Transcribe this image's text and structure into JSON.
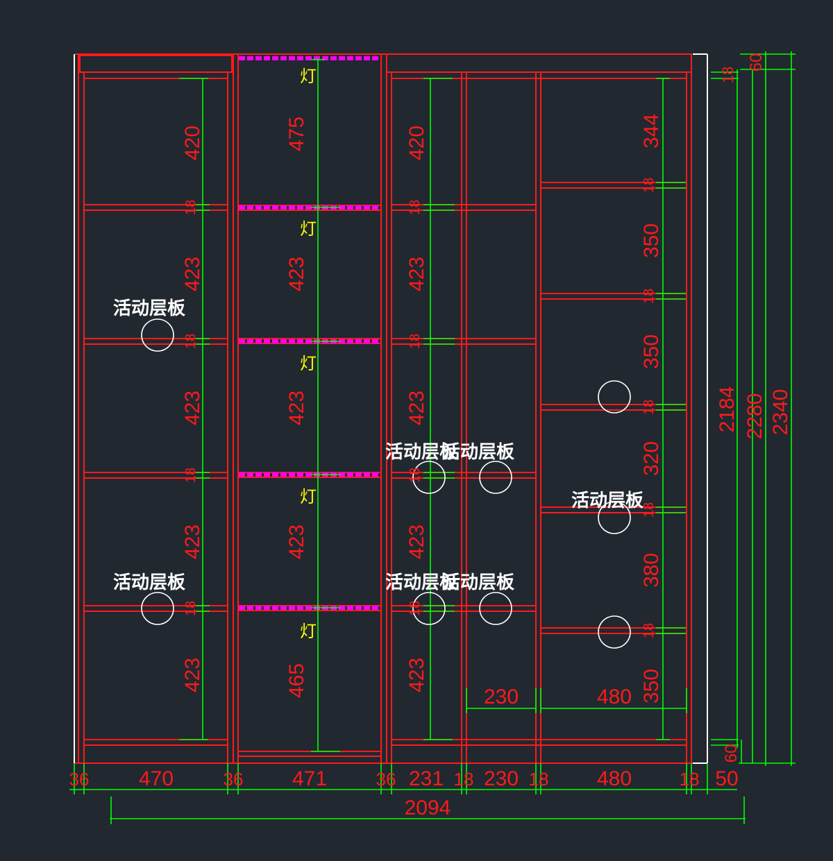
{
  "colors": {
    "background": "#212830",
    "cabinet_line": "#ff1a1a",
    "dimension_line": "#00ff00",
    "dimension_text": "#ff1a1a",
    "light_strip": "#ff00ff",
    "note_text": "#ffffff",
    "lamp_text": "#ffff00",
    "outline": "#ffffff"
  },
  "labels": {
    "movable_shelf": "活动层板",
    "lamp": "灯"
  },
  "bottom_dims": {
    "b1": "36",
    "b2": "470",
    "b3": "36",
    "b4": "471",
    "b5": "36",
    "b6": "231",
    "b7": "18",
    "b8": "230",
    "b9": "18",
    "b10": "480",
    "b11": "18",
    "b12": "50",
    "total": "2094"
  },
  "inner_dims": {
    "width_230": "230",
    "width_480": "480"
  },
  "right_dims": {
    "top_18": "18",
    "top_60": "60",
    "bottom_60": "60",
    "h_2184": "2184",
    "h_2280": "2280",
    "h_2340": "2340"
  },
  "col1_dims": {
    "d1": "420",
    "d2": "423",
    "d3": "423",
    "d4": "423",
    "d5": "423",
    "s": "18"
  },
  "col2_dims": {
    "d1": "475",
    "d2": "423",
    "d3": "423",
    "d4": "423",
    "d5": "465"
  },
  "col3_dims": {
    "d1": "420",
    "d2": "423",
    "d3": "423",
    "d4": "423",
    "d5": "423",
    "s": "18"
  },
  "col5_dims": {
    "d1": "344",
    "d2": "350",
    "d3": "350",
    "d4": "320",
    "d5": "380",
    "d6": "350",
    "s": "18"
  }
}
